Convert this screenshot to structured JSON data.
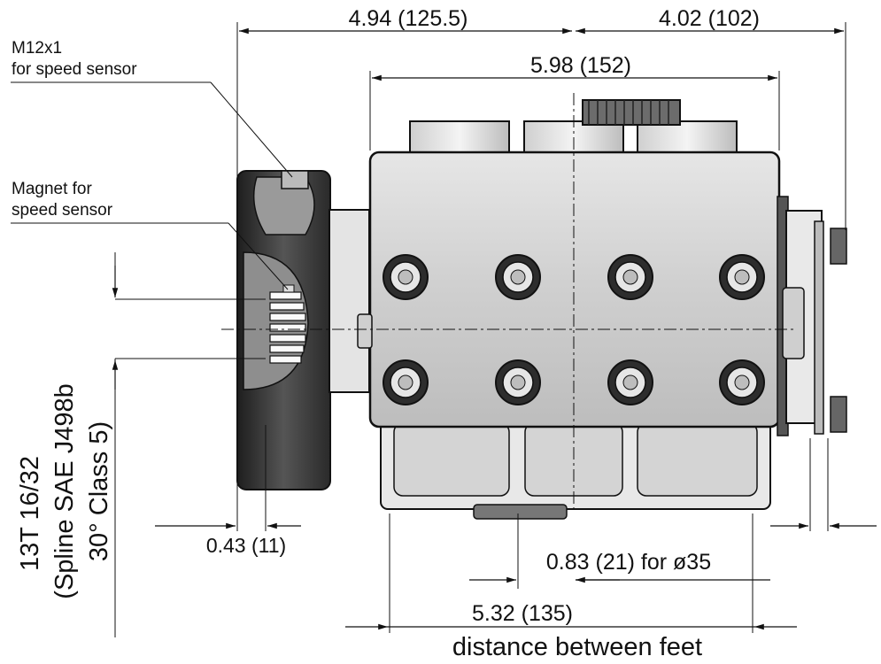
{
  "dimensions": {
    "top_left": "4.94 (125.5)",
    "top_right": "4.02 (102)",
    "overall_width": "5.98 (152)",
    "hub_offset": "0.43 (11)",
    "foot_hole": "0.83 (21) for ø35",
    "feet_distance": "5.32 (135)",
    "feet_caption": "distance between feet"
  },
  "callouts": {
    "speed_sensor_thread_line1": "M12x1",
    "speed_sensor_thread_line2": "for speed sensor",
    "magnet_line1": "Magnet for",
    "magnet_line2": "speed sensor"
  },
  "spline": {
    "line1": "13T 16/32",
    "line2": "(Spline SAE J498b",
    "line3": "30° Class 5)"
  },
  "colors": {
    "line": "#111111",
    "body_fill": "#d9d9d9",
    "body_dark": "#4a4a4a",
    "hub_fill": "#3a3a3a"
  }
}
